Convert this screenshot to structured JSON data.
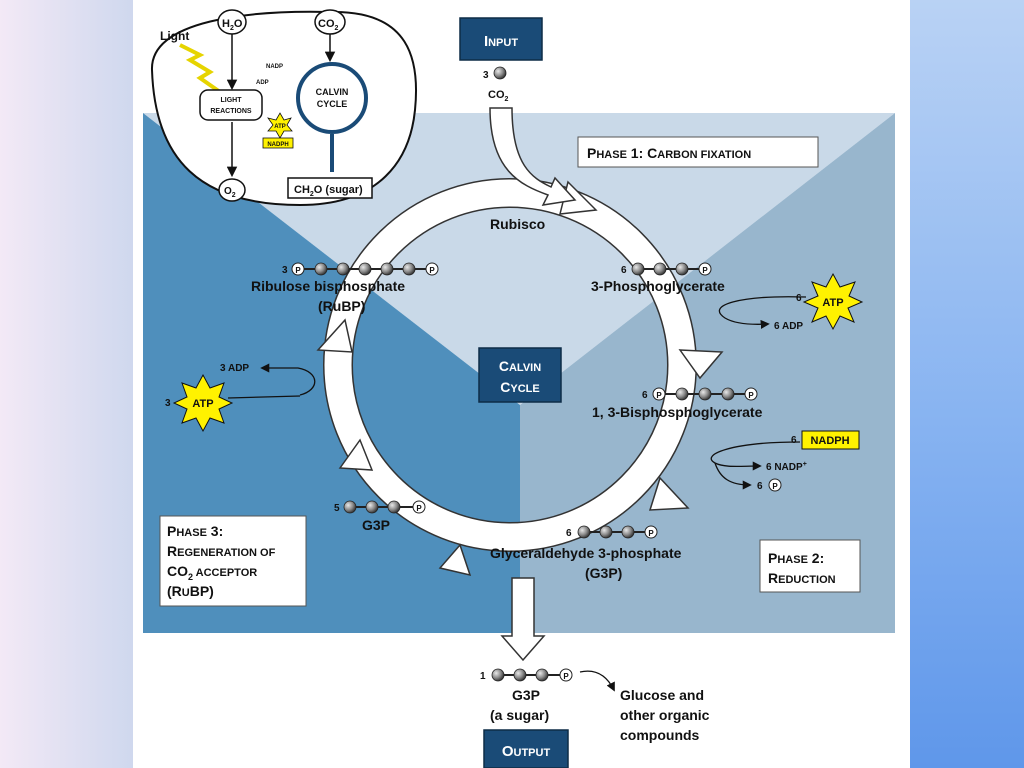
{
  "inset": {
    "light": "Light",
    "h2o": "H",
    "h2o_sub": "2",
    "h2o_end": "O",
    "co2": "CO",
    "co2_sub": "2",
    "light_reactions_1": "LIGHT",
    "light_reactions_2": "REACTIONS",
    "calvin_1": "CALVIN",
    "calvin_2": "CYCLE",
    "nadp": "NADP",
    "adp": "ADP",
    "atp": "ATP",
    "nadph": "NADPH",
    "o2": "O",
    "o2_sub": "2",
    "sugar": "CH",
    "sugar_sub": "2",
    "sugar_end": "O (sugar)"
  },
  "input": {
    "title_big": "I",
    "title_small": "NPUT",
    "count": "3",
    "co2": "CO",
    "co2_sub": "2"
  },
  "center": {
    "line1_big": "C",
    "line1_small": "ALVIN",
    "line2_big": "C",
    "line2_small": "YCLE"
  },
  "phase1": {
    "p_big": "P",
    "p_small": "HASE",
    "num": " 1: ",
    "c_big": "C",
    "c_small": "ARBON FIXATION"
  },
  "phase2": {
    "l1_big": "P",
    "l1_small": "HASE",
    "l1_num": " 2:",
    "l2_big": "R",
    "l2_small": "EDUCTION"
  },
  "phase3": {
    "l1_big": "P",
    "l1_small": "HASE",
    "l1_num": " 3:",
    "l2_big": "R",
    "l2_small": "EGENERATION OF",
    "l3_a": "CO",
    "l3_sub": "2",
    "l3_b": " ACCEPTOR",
    "l4_a": "(R",
    "l4_small": "U",
    "l4_b": "BP)"
  },
  "labels": {
    "rubisco": "Rubisco",
    "pga_count": "6",
    "pga": "3-Phosphoglycerate",
    "bpg_count": "6",
    "bpg": "1, 3-Bisphosphoglycerate",
    "g3p_count": "6",
    "g3p": "Glyceraldehyde 3-phosphate",
    "g3p_abbr": "(G3P)",
    "g3p5_count": "5",
    "g3p5": "G3P",
    "rubp_count": "3",
    "rubp": "Ribulose bisphosphate",
    "rubp_abbr": "(RuBP)",
    "out_count": "1",
    "out_g3p": "G3P",
    "out_sugar": "(a sugar)",
    "glucose_1": "Glucose and",
    "glucose_2": "other organic",
    "glucose_3": "compounds",
    "phosphate": "P"
  },
  "energy": {
    "atp_in_count": "6",
    "atp": "ATP",
    "adp_out": "6 ADP",
    "nadph_count": "6",
    "nadph": "NADPH",
    "nadp_out": "6 NADP",
    "nadp_sup": "+",
    "pi_count": "6",
    "rubp_atp_count": "3",
    "rubp_adp": "3 ADP"
  },
  "output": {
    "title_big": "O",
    "title_small": "UTPUT"
  },
  "colors": {
    "phase1_bg": "#c9d9e8",
    "phase2_bg": "#98b6cd",
    "phase3_bg": "#4f8fbc",
    "navy_box": "#1a4b77",
    "atp_star": "#fff200",
    "nadph_box": "#fff200"
  }
}
